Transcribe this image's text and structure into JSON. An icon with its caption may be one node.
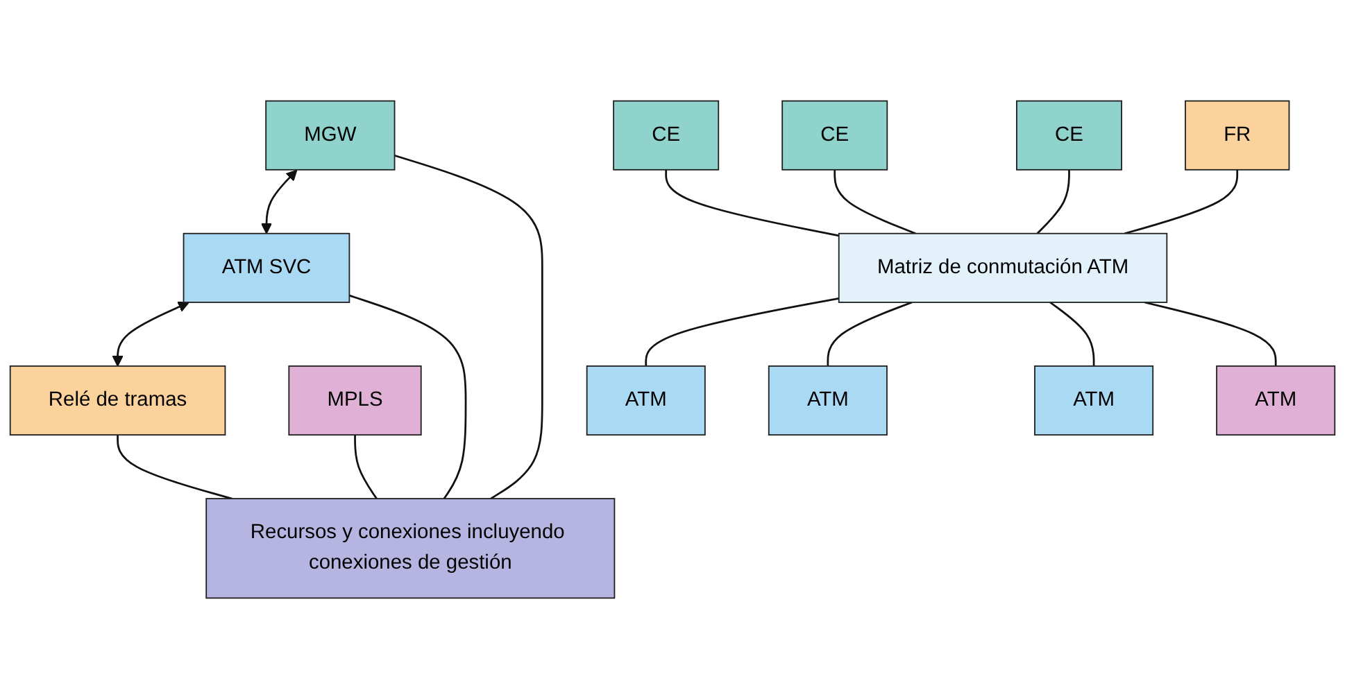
{
  "diagram": {
    "nodes": [
      {
        "text": [
          "MGW"
        ]
      },
      {
        "text": [
          "ATM SVC"
        ]
      },
      {
        "text": [
          "Relé de tramas"
        ]
      },
      {
        "text": [
          "MPLS"
        ]
      },
      {
        "text": [
          "Recursos y conexiones incluyendo conexiones de gestión"
        ]
      },
      {
        "text": [
          "CE"
        ]
      },
      {
        "text": [
          "CE"
        ]
      },
      {
        "text": [
          "CE"
        ]
      },
      {
        "text": [
          "FR"
        ]
      },
      {
        "text": [
          "Matriz de conmutación ATM"
        ]
      },
      {
        "text": [
          "ATM"
        ]
      },
      {
        "text": [
          "ATM"
        ]
      },
      {
        "text": [
          "ATM"
        ]
      },
      {
        "text": [
          "ATM"
        ]
      }
    ],
    "edges": [
      {
        "from": 0,
        "to": 1,
        "arrow": "both"
      },
      {
        "from": 1,
        "to": 2,
        "arrow": "both"
      },
      {
        "from": 0,
        "to": 4,
        "arrow": "none"
      },
      {
        "from": 1,
        "to": 4,
        "arrow": "none"
      },
      {
        "from": 2,
        "to": 4,
        "arrow": "none"
      },
      {
        "from": 3,
        "to": 4,
        "arrow": "none"
      },
      {
        "from": 5,
        "to": 9,
        "arrow": "none"
      },
      {
        "from": 6,
        "to": 9,
        "arrow": "none"
      },
      {
        "from": 7,
        "to": 9,
        "arrow": "none"
      },
      {
        "from": 8,
        "to": 9,
        "arrow": "none"
      },
      {
        "from": 9,
        "to": 10,
        "arrow": "none"
      },
      {
        "from": 9,
        "to": 11,
        "arrow": "none"
      },
      {
        "from": 9,
        "to": 12,
        "arrow": "none"
      },
      {
        "from": 9,
        "to": 13,
        "arrow": "none"
      }
    ]
  }
}
